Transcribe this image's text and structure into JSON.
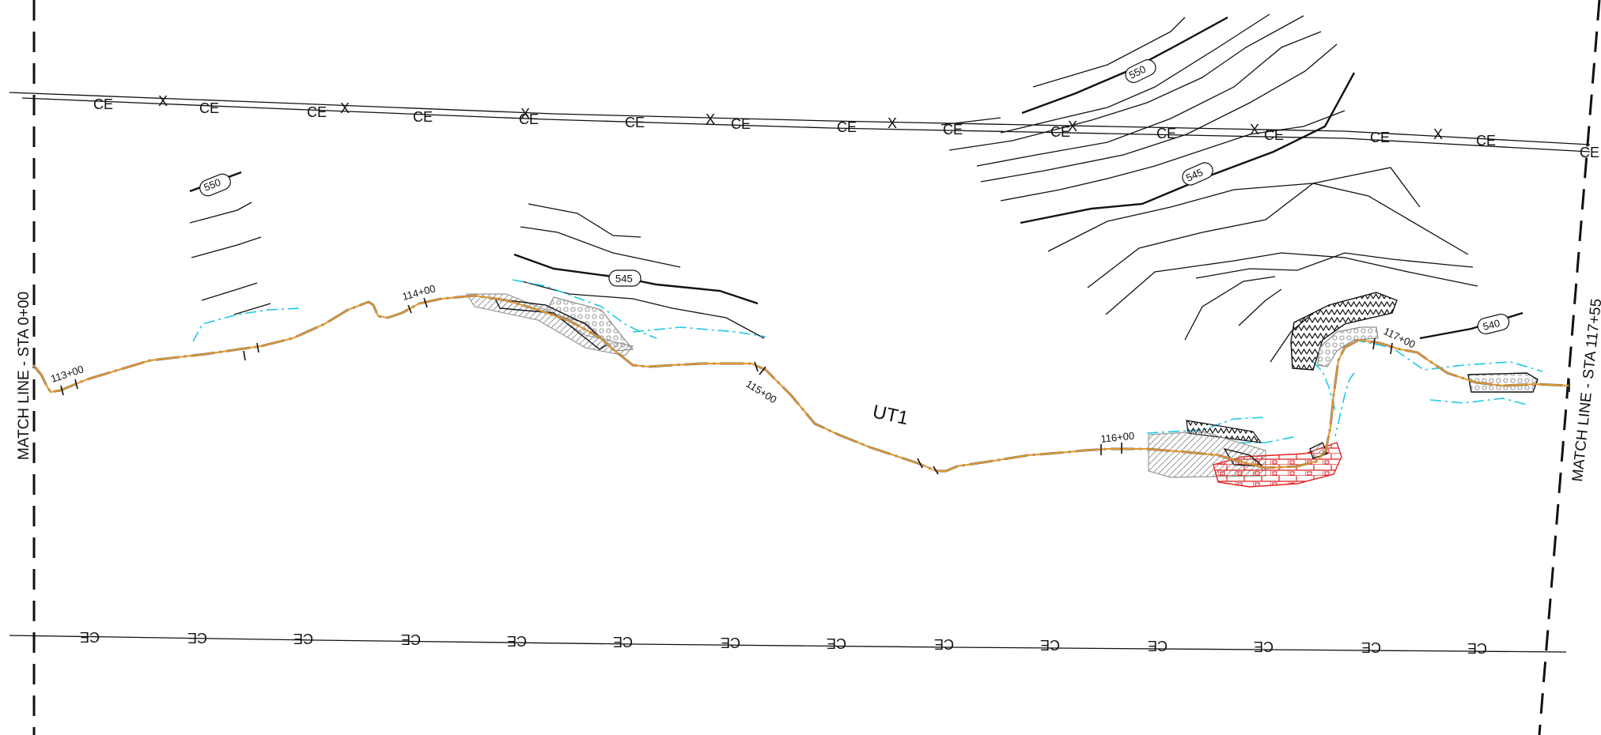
{
  "sheet": {
    "match_line_left": "MATCH LINE - STA 0+00",
    "match_line_right": "MATCH LINE - STA 117+55",
    "reach_label": "UT1",
    "easement_tag": "CE",
    "fence_tag": "X"
  },
  "stations": [
    "113+00",
    "114+00",
    "115+00",
    "116+00",
    "117+00"
  ],
  "contours": [
    "550",
    "545",
    "545",
    "550",
    "540"
  ],
  "colors": {
    "linework": "#111111",
    "stream_centerline": "#e3962e",
    "thalweg": "#6f6f6f",
    "floodplain_limits": "#1ec8e6",
    "riffle_hatch": "#e02020",
    "structure_gray": "#9a9a9a"
  }
}
